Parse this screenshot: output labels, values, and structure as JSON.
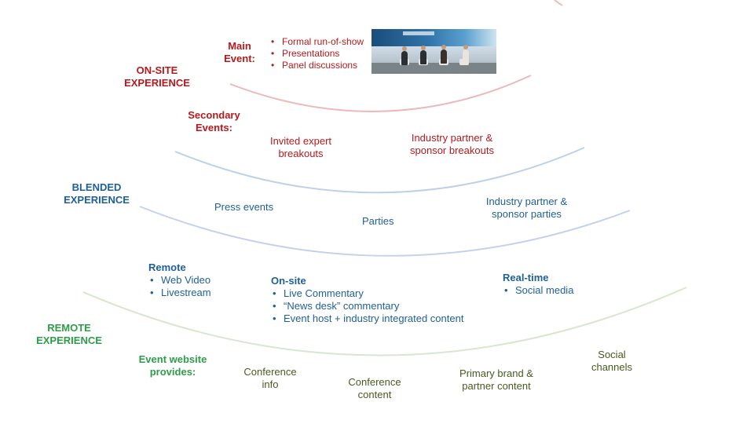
{
  "colors": {
    "onsite": "#b7191d",
    "blended": "#1f5f99",
    "remote": "#2e9d48",
    "website_items": "#4a5a22",
    "arc_onsite": "#eab9bc",
    "arc_blended_inner": "#bdd0ea",
    "arc_blended_outer": "#c5d0ee",
    "arc_remote": "#d5e7cf"
  },
  "onsite": {
    "title_line1": "ON-SITE",
    "title_line2": "EXPERIENCE",
    "main_event": {
      "label_line1": "Main",
      "label_line2": "Event:",
      "items": [
        "Formal run-of-show",
        "Presentations",
        "Panel discussions"
      ]
    },
    "secondary": {
      "label_line1": "Secondary",
      "label_line2": "Events:",
      "invited_line1": "Invited expert",
      "invited_line2": "breakouts",
      "partner_line1": "Industry partner &",
      "partner_line2": "sponsor breakouts"
    }
  },
  "blended": {
    "title_line1": "BLENDED",
    "title_line2": "EXPERIENCE",
    "press": "Press events",
    "parties": "Parties",
    "partner_parties_line1": "Industry partner &",
    "partner_parties_line2": "sponsor parties",
    "remote_col": {
      "heading": "Remote",
      "items": [
        "Web Video",
        "Livestream"
      ]
    },
    "onsite_col": {
      "heading": "On-site",
      "items": [
        "Live Commentary",
        "“News desk” commentary",
        "Event host + industry integrated content"
      ]
    },
    "realtime_col": {
      "heading": "Real-time",
      "items": [
        "Social media"
      ]
    }
  },
  "remote": {
    "title_line1": "REMOTE",
    "title_line2": "EXPERIENCE",
    "website_line1": "Event website",
    "website_line2": "provides:",
    "conf_info_line1": "Conference",
    "conf_info_line2": "info",
    "conf_content_line1": "Conference",
    "conf_content_line2": "content",
    "brand_line1": "Primary brand &",
    "brand_line2": "partner content",
    "social_line1": "Social",
    "social_line2": "channels"
  }
}
